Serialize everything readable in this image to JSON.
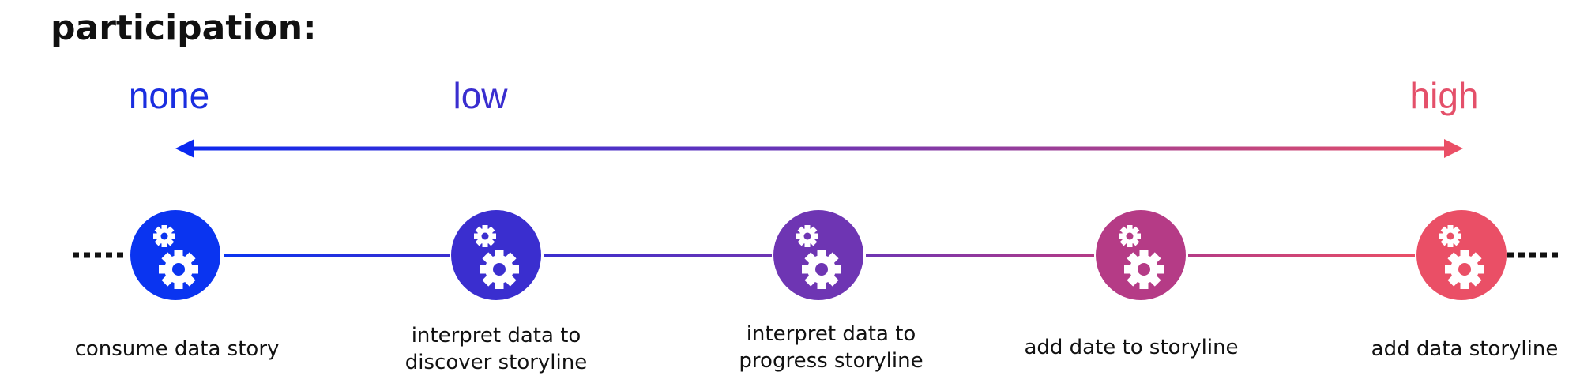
{
  "title": "participation:",
  "levels": [
    {
      "label": "none",
      "color": "#1a2ee0"
    },
    {
      "label": "low",
      "color": "#3a2ecf"
    },
    {
      "label": "high",
      "color": "#e4506a"
    }
  ],
  "scale": {
    "start_color": "#0a28f0",
    "end_color": "#ea4f66"
  },
  "stages": [
    {
      "label": "consume data story",
      "color": "#0a34f0",
      "icon": "gears-icon"
    },
    {
      "label": "interpret data to discover storyline",
      "color": "#3a2ecf",
      "icon": "gears-icon"
    },
    {
      "label": "interpret data to progress storyline",
      "color": "#6e35b3",
      "icon": "gears-icon"
    },
    {
      "label": "add date to storyline",
      "color": "#b53b86",
      "icon": "gears-icon"
    },
    {
      "label": "add data storyline",
      "color": "#ea4f66",
      "icon": "gears-icon"
    }
  ]
}
